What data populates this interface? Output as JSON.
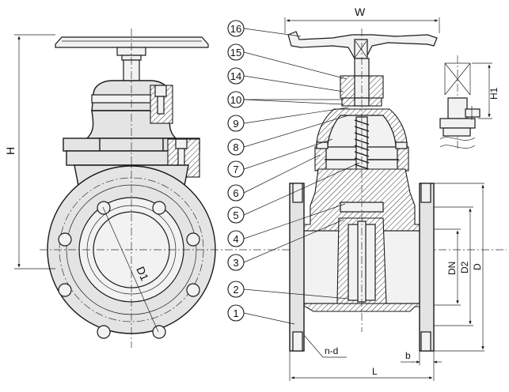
{
  "dimensions": {
    "width": "W",
    "height": "H",
    "height_detail": "H1",
    "bolt_circle": "D1",
    "nominal_diameter": "DN",
    "diameter_2": "D2",
    "flange_diameter": "D",
    "length": "L",
    "flange_thickness": "b",
    "bolt_holes": "n-d"
  },
  "callouts": [
    {
      "number": "16"
    },
    {
      "number": "15"
    },
    {
      "number": "14"
    },
    {
      "number": "10"
    },
    {
      "number": "9"
    },
    {
      "number": "8"
    },
    {
      "number": "7"
    },
    {
      "number": "6"
    },
    {
      "number": "5"
    },
    {
      "number": "4"
    },
    {
      "number": "3"
    },
    {
      "number": "2"
    },
    {
      "number": "1"
    }
  ]
}
